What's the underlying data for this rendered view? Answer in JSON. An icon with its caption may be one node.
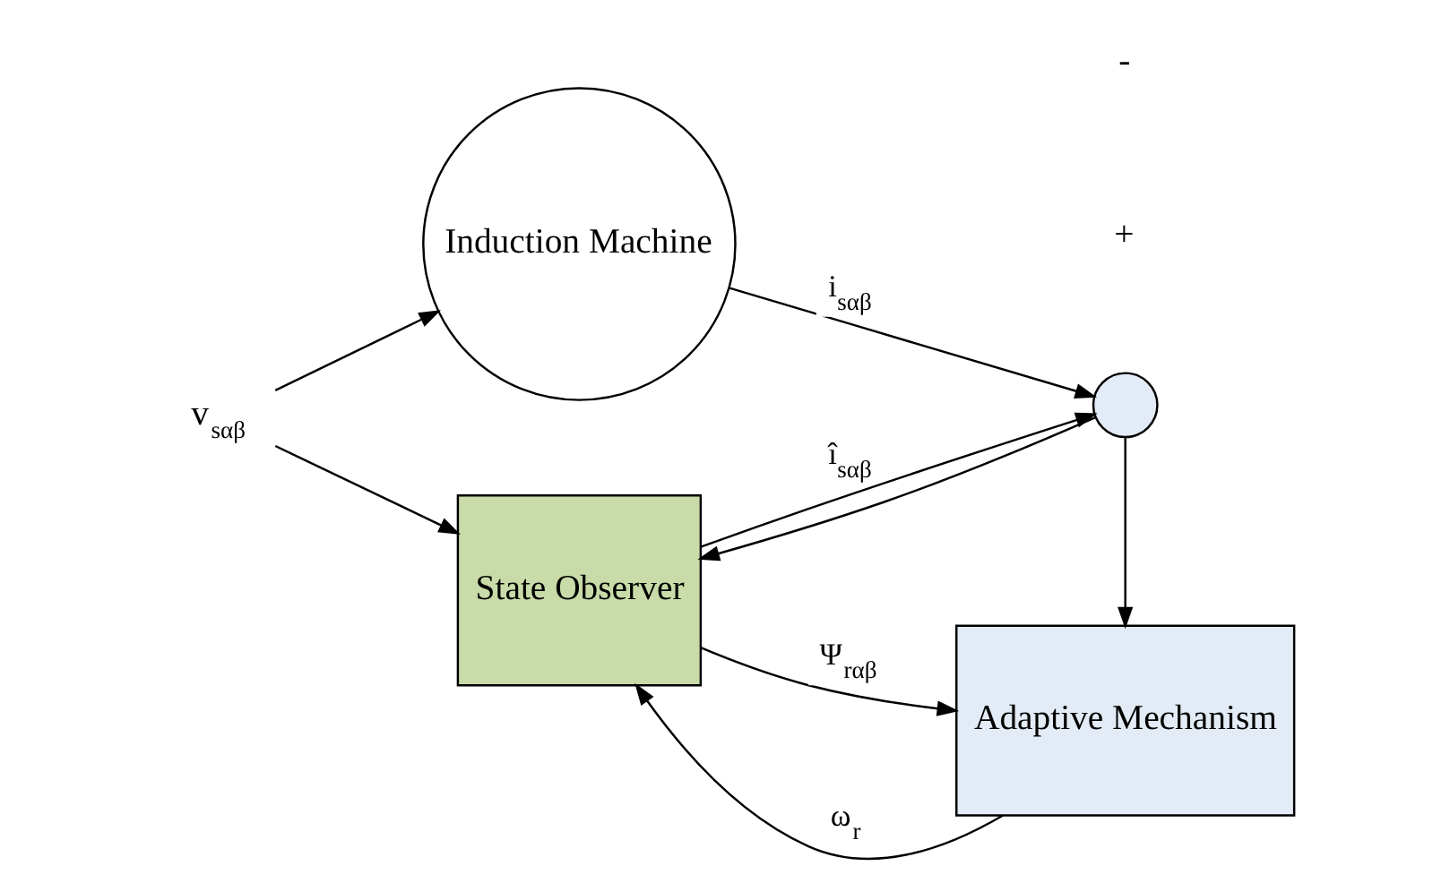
{
  "diagram": {
    "nodes": [
      {
        "text": [
          "v$_{sαβ}$"
        ]
      },
      {
        "text": [
          "Induction Machine"
        ]
      },
      {
        "text": [],
        "shape": "circle"
      },
      {
        "text": [
          "State Observer"
        ]
      },
      {
        "text": [
          "Adaptive Mechanism"
        ]
      }
    ],
    "edges": [
      {
        "from": 0,
        "to": 1,
        "arrow": "to"
      },
      {
        "from": 0,
        "to": 3,
        "arrow": "to"
      },
      {
        "from": 1,
        "to": 2,
        "arrow": "to",
        "label": "i$_{sαβ}$"
      },
      {
        "from": 3,
        "to": 2,
        "arrow": "to",
        "label": "î$_{sαβ}$"
      },
      {
        "from": 2,
        "to": 3,
        "arrow": "to"
      },
      {
        "from": 2,
        "to": 4,
        "arrow": "to"
      },
      {
        "from": 4,
        "to": 3,
        "arrow": "to",
        "label": "ω$_{r}$"
      },
      {
        "from": 3,
        "to": 4,
        "arrow": "to",
        "label": "Ψ$_{rαβ}$"
      }
    ],
    "labels": [
      "+",
      "-"
    ]
  }
}
